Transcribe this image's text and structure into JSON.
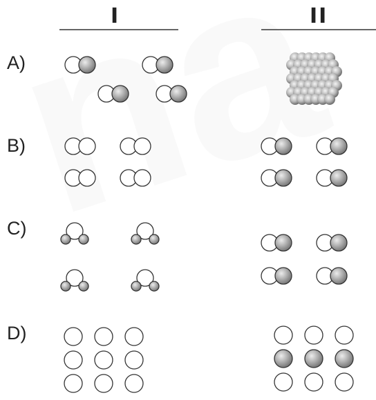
{
  "columns": {
    "left": "I",
    "right": "II"
  },
  "rows": [
    {
      "label": "A)"
    },
    {
      "label": "B)"
    },
    {
      "label": "C)"
    },
    {
      "label": "D)"
    }
  ],
  "watermark": "na",
  "colors": {
    "ink": "#333333",
    "shaded": "#9a9a9a",
    "highlight": "#e6e6e6"
  }
}
